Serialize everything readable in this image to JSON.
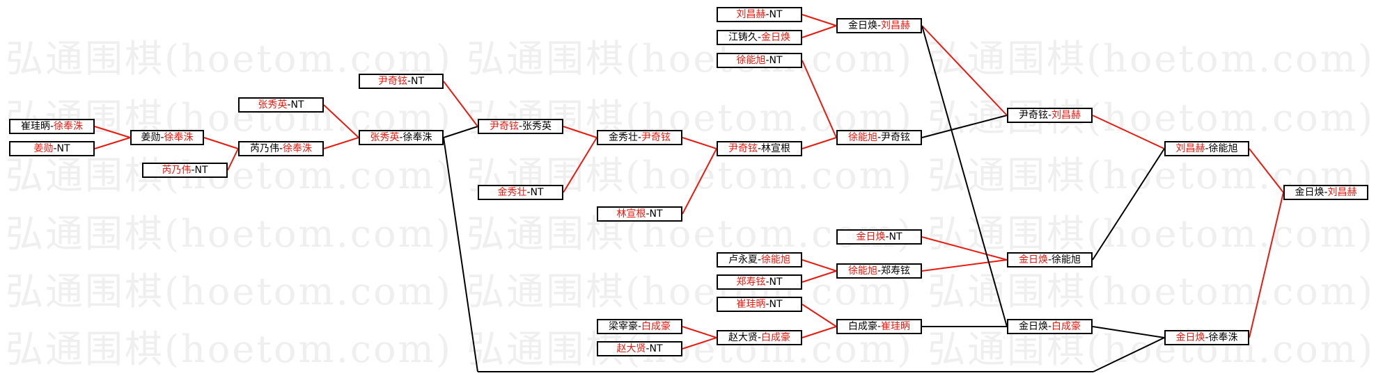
{
  "watermark": "弘通围棋(hoetom.com) 弘通围棋(hoetom.com) 弘通围棋(hoetom.com)",
  "colors": {
    "winner": "#e8190f",
    "loser_line": "#000000",
    "border": "#000000"
  },
  "nodes": [
    {
      "id": "n1",
      "p1": "崔珪昞",
      "p2": "徐奉洙",
      "w": 2
    },
    {
      "id": "n2",
      "p1": "姜勋",
      "p2": "NT",
      "w": 1
    },
    {
      "id": "n3",
      "p1": "姜勋",
      "p2": "徐奉洙",
      "w": 2
    },
    {
      "id": "n4",
      "p1": "张秀英",
      "p2": "NT",
      "w": 1
    },
    {
      "id": "n5",
      "p1": "芮乃伟",
      "p2": "NT",
      "w": 1
    },
    {
      "id": "n6",
      "p1": "芮乃伟",
      "p2": "徐奉洙",
      "w": 2
    },
    {
      "id": "n7",
      "p1": "张秀英",
      "p2": "徐奉洙",
      "w": 1
    },
    {
      "id": "n8",
      "p1": "尹奇铉",
      "p2": "NT",
      "w": 1
    },
    {
      "id": "n9",
      "p1": "尹奇铉",
      "p2": "张秀英",
      "w": 1
    },
    {
      "id": "n10",
      "p1": "金秀壮",
      "p2": "NT",
      "w": 1
    },
    {
      "id": "n11",
      "p1": "金秀壮",
      "p2": "尹奇铉",
      "w": 2
    },
    {
      "id": "n12",
      "p1": "林宣根",
      "p2": "NT",
      "w": 1
    },
    {
      "id": "n13",
      "p1": "尹奇铉",
      "p2": "林宣根",
      "w": 1
    },
    {
      "id": "n14",
      "p1": "刘昌赫",
      "p2": "NT",
      "w": 1
    },
    {
      "id": "n15",
      "p1": "江铸久",
      "p2": "金日焕",
      "w": 2
    },
    {
      "id": "n16",
      "p1": "徐能旭",
      "p2": "NT",
      "w": 1
    },
    {
      "id": "n17",
      "p1": "金日焕",
      "p2": "刘昌赫",
      "w": 2
    },
    {
      "id": "n18",
      "p1": "徐能旭",
      "p2": "尹奇铉",
      "w": 1
    },
    {
      "id": "n19",
      "p1": "尹奇铉",
      "p2": "刘昌赫",
      "w": 2
    },
    {
      "id": "n20",
      "p1": "刘昌赫",
      "p2": "徐能旭",
      "w": 1
    },
    {
      "id": "n21",
      "p1": "金日焕",
      "p2": "刘昌赫",
      "w": 2
    },
    {
      "id": "n22",
      "p1": "金日焕",
      "p2": "NT",
      "w": 1
    },
    {
      "id": "n23",
      "p1": "卢永夏",
      "p2": "徐能旭",
      "w": 2
    },
    {
      "id": "n24",
      "p1": "郑寿铉",
      "p2": "NT",
      "w": 1
    },
    {
      "id": "n25",
      "p1": "徐能旭",
      "p2": "郑寿铉",
      "w": 1
    },
    {
      "id": "n26",
      "p1": "金日焕",
      "p2": "徐能旭",
      "w": 1
    },
    {
      "id": "n27",
      "p1": "崔珪昞",
      "p2": "NT",
      "w": 1
    },
    {
      "id": "n28",
      "p1": "梁宰豪",
      "p2": "白成豪",
      "w": 2
    },
    {
      "id": "n29",
      "p1": "赵大贤",
      "p2": "NT",
      "w": 1
    },
    {
      "id": "n30",
      "p1": "赵大贤",
      "p2": "白成豪",
      "w": 2
    },
    {
      "id": "n31",
      "p1": "白成豪",
      "p2": "崔珪昞",
      "w": 2
    },
    {
      "id": "n32",
      "p1": "金日焕",
      "p2": "白成豪",
      "w": 2
    },
    {
      "id": "n33",
      "p1": "金日焕",
      "p2": "徐奉洙",
      "w": 1
    }
  ],
  "connections": [
    {
      "from": "n1",
      "to": "n3",
      "win": true
    },
    {
      "from": "n2",
      "to": "n3",
      "win": true
    },
    {
      "from": "n3",
      "to": "n6",
      "win": true
    },
    {
      "from": "n5",
      "to": "n6",
      "win": true
    },
    {
      "from": "n4",
      "to": "n7",
      "win": true
    },
    {
      "from": "n6",
      "to": "n7",
      "win": true
    },
    {
      "from": "n7",
      "to": "n9",
      "win": false
    },
    {
      "from": "n8",
      "to": "n9",
      "win": true
    },
    {
      "from": "n9",
      "to": "n11",
      "win": true
    },
    {
      "from": "n10",
      "to": "n11",
      "win": true
    },
    {
      "from": "n11",
      "to": "n13",
      "win": true
    },
    {
      "from": "n12",
      "to": "n13",
      "win": true
    },
    {
      "from": "n14",
      "to": "n17",
      "win": true
    },
    {
      "from": "n15",
      "to": "n17",
      "win": true
    },
    {
      "from": "n16",
      "to": "n18",
      "win": true
    },
    {
      "from": "n13",
      "to": "n18",
      "win": true
    },
    {
      "from": "n18",
      "to": "n19",
      "win": false
    },
    {
      "from": "n17",
      "to": "n19",
      "win": true
    },
    {
      "from": "n19",
      "to": "n20",
      "win": true
    },
    {
      "from": "n22",
      "to": "n26",
      "win": true
    },
    {
      "from": "n23",
      "to": "n25",
      "win": true
    },
    {
      "from": "n24",
      "to": "n25",
      "win": true
    },
    {
      "from": "n25",
      "to": "n26",
      "win": true
    },
    {
      "from": "n26",
      "to": "n20",
      "win": false
    },
    {
      "from": "n28",
      "to": "n30",
      "win": true
    },
    {
      "from": "n29",
      "to": "n30",
      "win": true
    },
    {
      "from": "n27",
      "to": "n31",
      "win": true
    },
    {
      "from": "n30",
      "to": "n31",
      "win": true
    },
    {
      "from": "n31",
      "to": "n32",
      "win": false
    },
    {
      "from": "n17",
      "to": "n32",
      "win": false
    },
    {
      "from": "n32",
      "to": "n33",
      "win": false
    },
    {
      "from": "n7",
      "to": "n33",
      "win": false
    },
    {
      "from": "n20",
      "to": "n21",
      "win": true
    },
    {
      "from": "n33",
      "to": "n21",
      "win": true
    }
  ]
}
